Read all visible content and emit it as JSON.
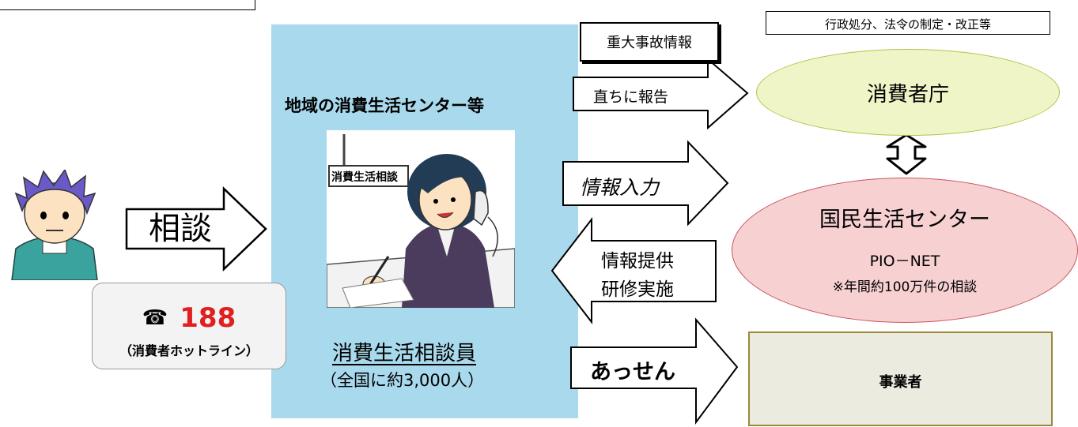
{
  "center_title": "地域の消費生活センター等",
  "sign_text": "消費生活相談",
  "counselor_name": "消費生活相談員",
  "counselor_count": "（全国に約3,000人）",
  "consult_label": "相談",
  "hotline": {
    "phone_icon": "☎",
    "number": "188",
    "note": "（消費者ホットライン）"
  },
  "arrows": {
    "serious_accident": "重大事故情報",
    "report_immediately": "直ちに報告",
    "info_input": "情報入力",
    "info_provide": "情報提供",
    "training": "研修実施",
    "mediation": "あっせん"
  },
  "top_note": "行政処分、法令の制定・改正等",
  "consumer_agency": "消費者庁",
  "ncac": {
    "name": "国民生活センター",
    "pionet": "PIO－NET",
    "count": "※年間約100万件の相談"
  },
  "business": "事業者",
  "colors": {
    "center_bg": "#a9d9ec",
    "agency_fill": "#f0f5c8",
    "agency_stroke": "#b5c24a",
    "ncac_fill": "#f7d0d2",
    "ncac_stroke": "#c9555e",
    "business_fill": "#ecebe0",
    "business_stroke": "#9a8a3a",
    "hotline_red": "#e02020"
  }
}
